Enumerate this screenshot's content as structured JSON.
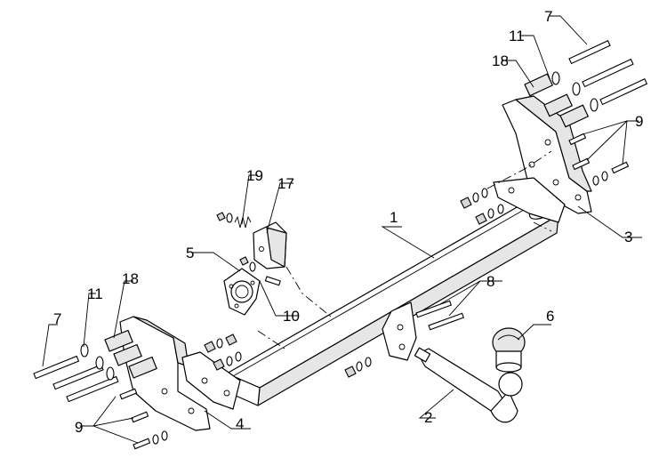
{
  "callouts": {
    "c1": "1",
    "c2": "2",
    "c3": "3",
    "c4": "4",
    "c5": "5",
    "c6": "6",
    "c7_top": "7",
    "c7_left": "7",
    "c8": "8",
    "c9_right": "9",
    "c9_left": "9",
    "c10": "10",
    "c11_top": "11",
    "c11_left": "11",
    "c17": "17",
    "c18_top": "18",
    "c18_left": "18",
    "c19": "19"
  }
}
